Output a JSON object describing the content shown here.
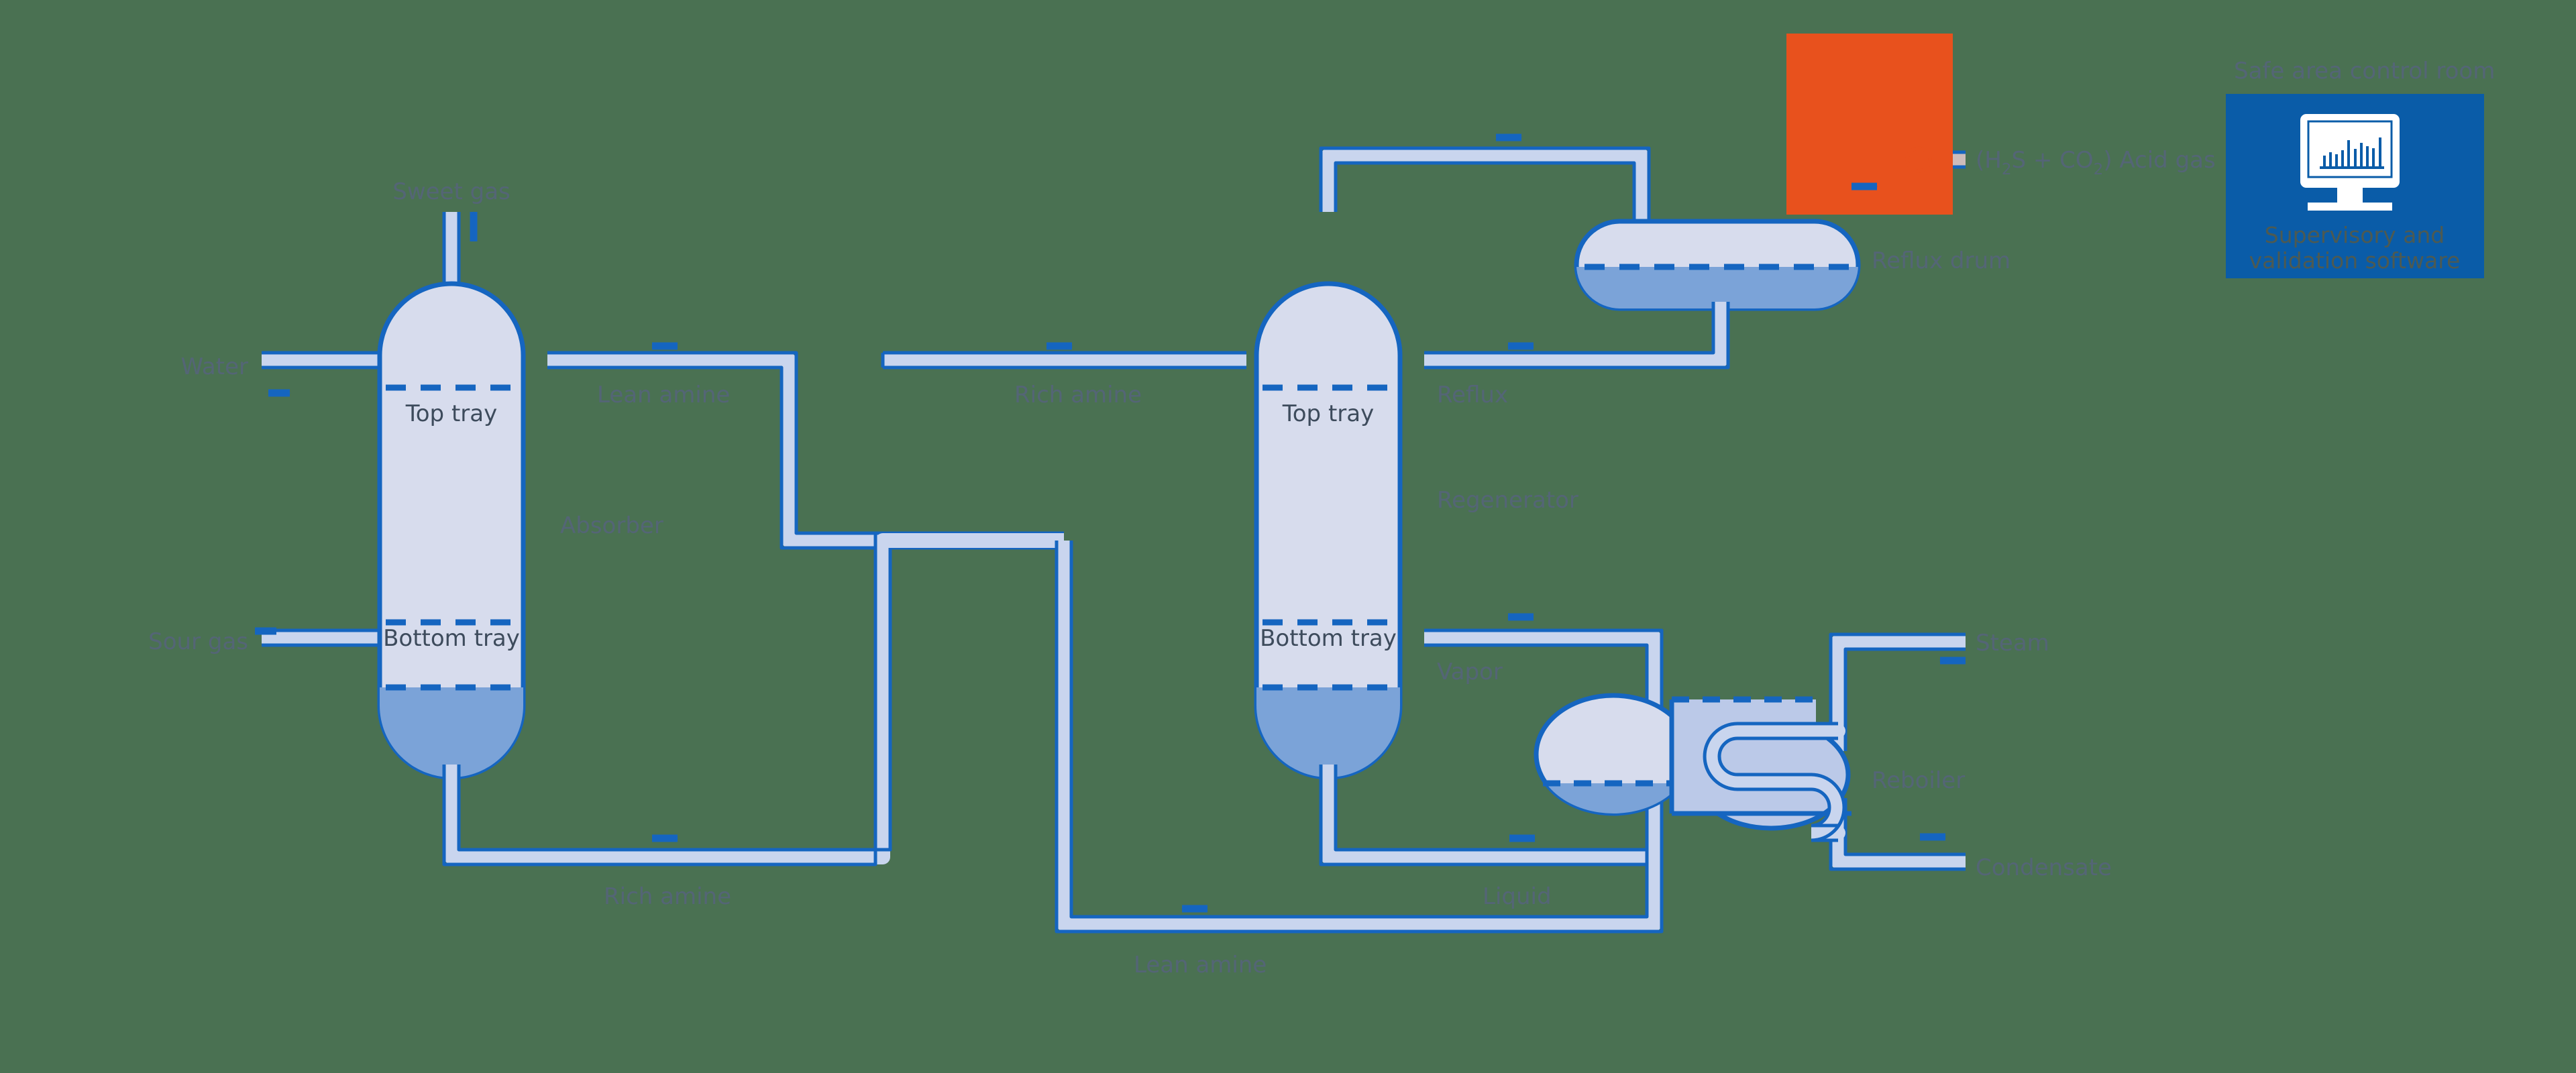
{
  "diagram": {
    "title": "Amine gas treating process flow diagram",
    "background_color": "#4a7152",
    "colors": {
      "pipe_stroke": "#1565c0",
      "pipe_fill": "#c9d5ee",
      "vessel_stroke": "#1565c0",
      "vessel_fill": "#d7dced",
      "liquid_fill": "#7ba3d8",
      "arrow": "#1565c0",
      "hazard_zone": "#e8511d",
      "control_panel": "#0a5ca8",
      "label_text": "#55657a",
      "inner_text": "#3d4b5c"
    }
  },
  "equipment": {
    "absorber": {
      "name": "Absorber",
      "top_tray": "Top tray",
      "bottom_tray": "Bottom tray"
    },
    "regenerator": {
      "name": "Regenerator",
      "top_tray": "Top tray",
      "bottom_tray": "Bottom tray"
    },
    "reflux_drum": {
      "name": "Reflux drum"
    },
    "reboiler": {
      "name": "Reboiler"
    }
  },
  "streams": {
    "sweet_gas": "Sweet gas",
    "water": "Water",
    "sour_gas": "Sour gas",
    "lean_amine_top": "Lean amine",
    "lean_amine_bottom": "Lean amine",
    "rich_amine_mid": "Rich amine",
    "rich_amine_bottom": "Rich amine",
    "reflux": "Reflux",
    "vapor": "Vapor",
    "liquid": "Liquid",
    "steam": "Steam",
    "condensate": "Condensate",
    "acid_gas": {
      "prefix": "(H",
      "sub1": "2",
      "mid": "S + CO",
      "sub2": "2",
      "suffix": ") Acid gas"
    }
  },
  "control_room": {
    "caption": "Safe area control room",
    "body_line_1": "Supervisory and",
    "body_line_2": "validation software",
    "icon": "monitor-bar-chart-icon",
    "icon_bars": [
      40,
      52,
      46,
      58,
      96,
      62,
      86,
      76,
      68,
      108
    ]
  },
  "annotations": {
    "analyzer_marker": "analyzer-circle"
  }
}
